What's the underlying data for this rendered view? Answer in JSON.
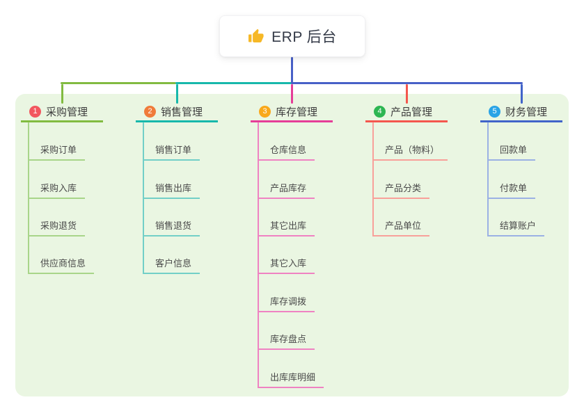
{
  "root": {
    "label": "ERP 后台",
    "icon": "thumbs-up-icon"
  },
  "colors": {
    "canvas_background": "#ffffff",
    "panel_background": "#eaf6e2",
    "root_connector": "#4760c7",
    "root_text": "#343a47",
    "header_text": "#3d3d3d",
    "child_text": "#4a4a4a",
    "thumb_icon": "#f6b826"
  },
  "branches": [
    {
      "number": "1",
      "label": "采购管理",
      "badge_color": "#f2575f",
      "line_color": "#82bb41",
      "child_line_color": "#a8d589",
      "children": [
        "采购订单",
        "采购入库",
        "采购退货",
        "供应商信息"
      ]
    },
    {
      "number": "2",
      "label": "销售管理",
      "badge_color": "#f07b3a",
      "line_color": "#17b8ab",
      "child_line_color": "#72cfc7",
      "children": [
        "销售订单",
        "销售出库",
        "销售退货",
        "客户信息"
      ]
    },
    {
      "number": "3",
      "label": "库存管理",
      "badge_color": "#f9a81b",
      "line_color": "#e53d98",
      "child_line_color": "#ef82c2",
      "children": [
        "仓库信息",
        "产品库存",
        "其它出库",
        "其它入库",
        "库存调拨",
        "库存盘点",
        "出库库明细"
      ]
    },
    {
      "number": "4",
      "label": "产品管理",
      "badge_color": "#2db652",
      "line_color": "#f4574e",
      "child_line_color": "#f8a09a",
      "children": [
        "产品（物料）",
        "产品分类",
        "产品单位"
      ]
    },
    {
      "number": "5",
      "label": "财务管理",
      "badge_color": "#29a3e6",
      "line_color": "#4164c9",
      "child_line_color": "#9bb1e4",
      "children": [
        "回款单",
        "付款单",
        "结算账户"
      ]
    }
  ]
}
